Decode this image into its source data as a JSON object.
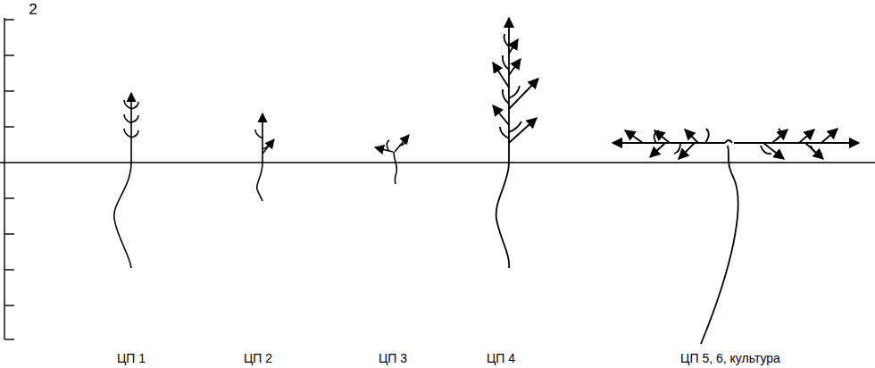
{
  "diagram": {
    "labels": [
      "2",
      "ЦП 1",
      "ЦП 2",
      "ЦП 3",
      "ЦП 4",
      "ЦП 5, 6, культура"
    ]
  }
}
